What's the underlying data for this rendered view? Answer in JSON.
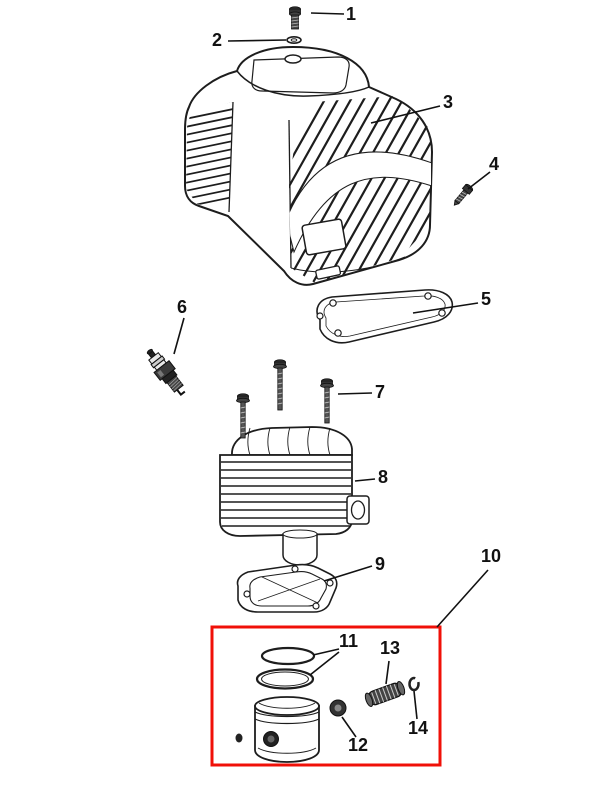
{
  "diagram": {
    "kind": "engine-exploded-parts-diagram",
    "callouts": [
      {
        "label": "1"
      },
      {
        "label": "2"
      },
      {
        "label": "3"
      },
      {
        "label": "4"
      },
      {
        "label": "5"
      },
      {
        "label": "6"
      },
      {
        "label": "7"
      },
      {
        "label": "8"
      },
      {
        "label": "9"
      },
      {
        "label": "10"
      },
      {
        "label": "11"
      },
      {
        "label": "12"
      },
      {
        "label": "13"
      },
      {
        "label": "14"
      }
    ]
  },
  "colors": {
    "line_art": "#1d1d1d",
    "highlight_box": "#f01008",
    "background": "#ffffff"
  }
}
